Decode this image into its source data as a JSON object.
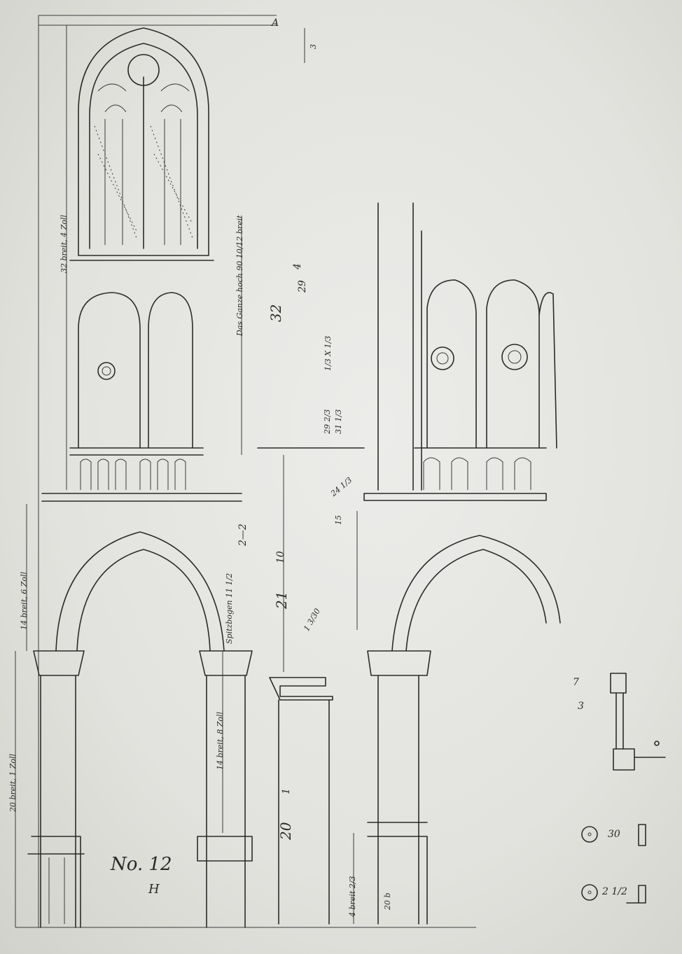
{
  "sheet_label": "No. 12",
  "sheet_sublabel": "H",
  "corner_mark": "A",
  "top_mark": "3",
  "notes": {
    "tracery_height": "32 breit, 4 Zoll",
    "clerestory_total": "Das Ganze hoch 90 10/12 breit",
    "arcade_height": "14 breit, 6 Zoll",
    "pier_shaft": "14 breit, 8 Zoll",
    "base_left": "20 breit, 1 Zoll",
    "pier_right": "20 b",
    "base_right": "4 breit 2/3",
    "arch_radius": "Spitzbogen 11 1/2",
    "dim_32": "32",
    "dim_4": "4",
    "dim_29": "29",
    "dim_21": "21",
    "dim_10": "10",
    "dim_20": "20",
    "dim_1": "1",
    "dim_2_2": "2—2",
    "dim_3": "3",
    "dim_7": "7",
    "dim_30": "30",
    "dim_2half": "2 1/2",
    "dim_frac_a": "1/3 X 1/3",
    "dim_frac_b": "29 2/3",
    "dim_frac_c": "31 1/3",
    "dim_24": "24 1/3",
    "dim_15": "15",
    "dim_sum": "1 3/30"
  }
}
